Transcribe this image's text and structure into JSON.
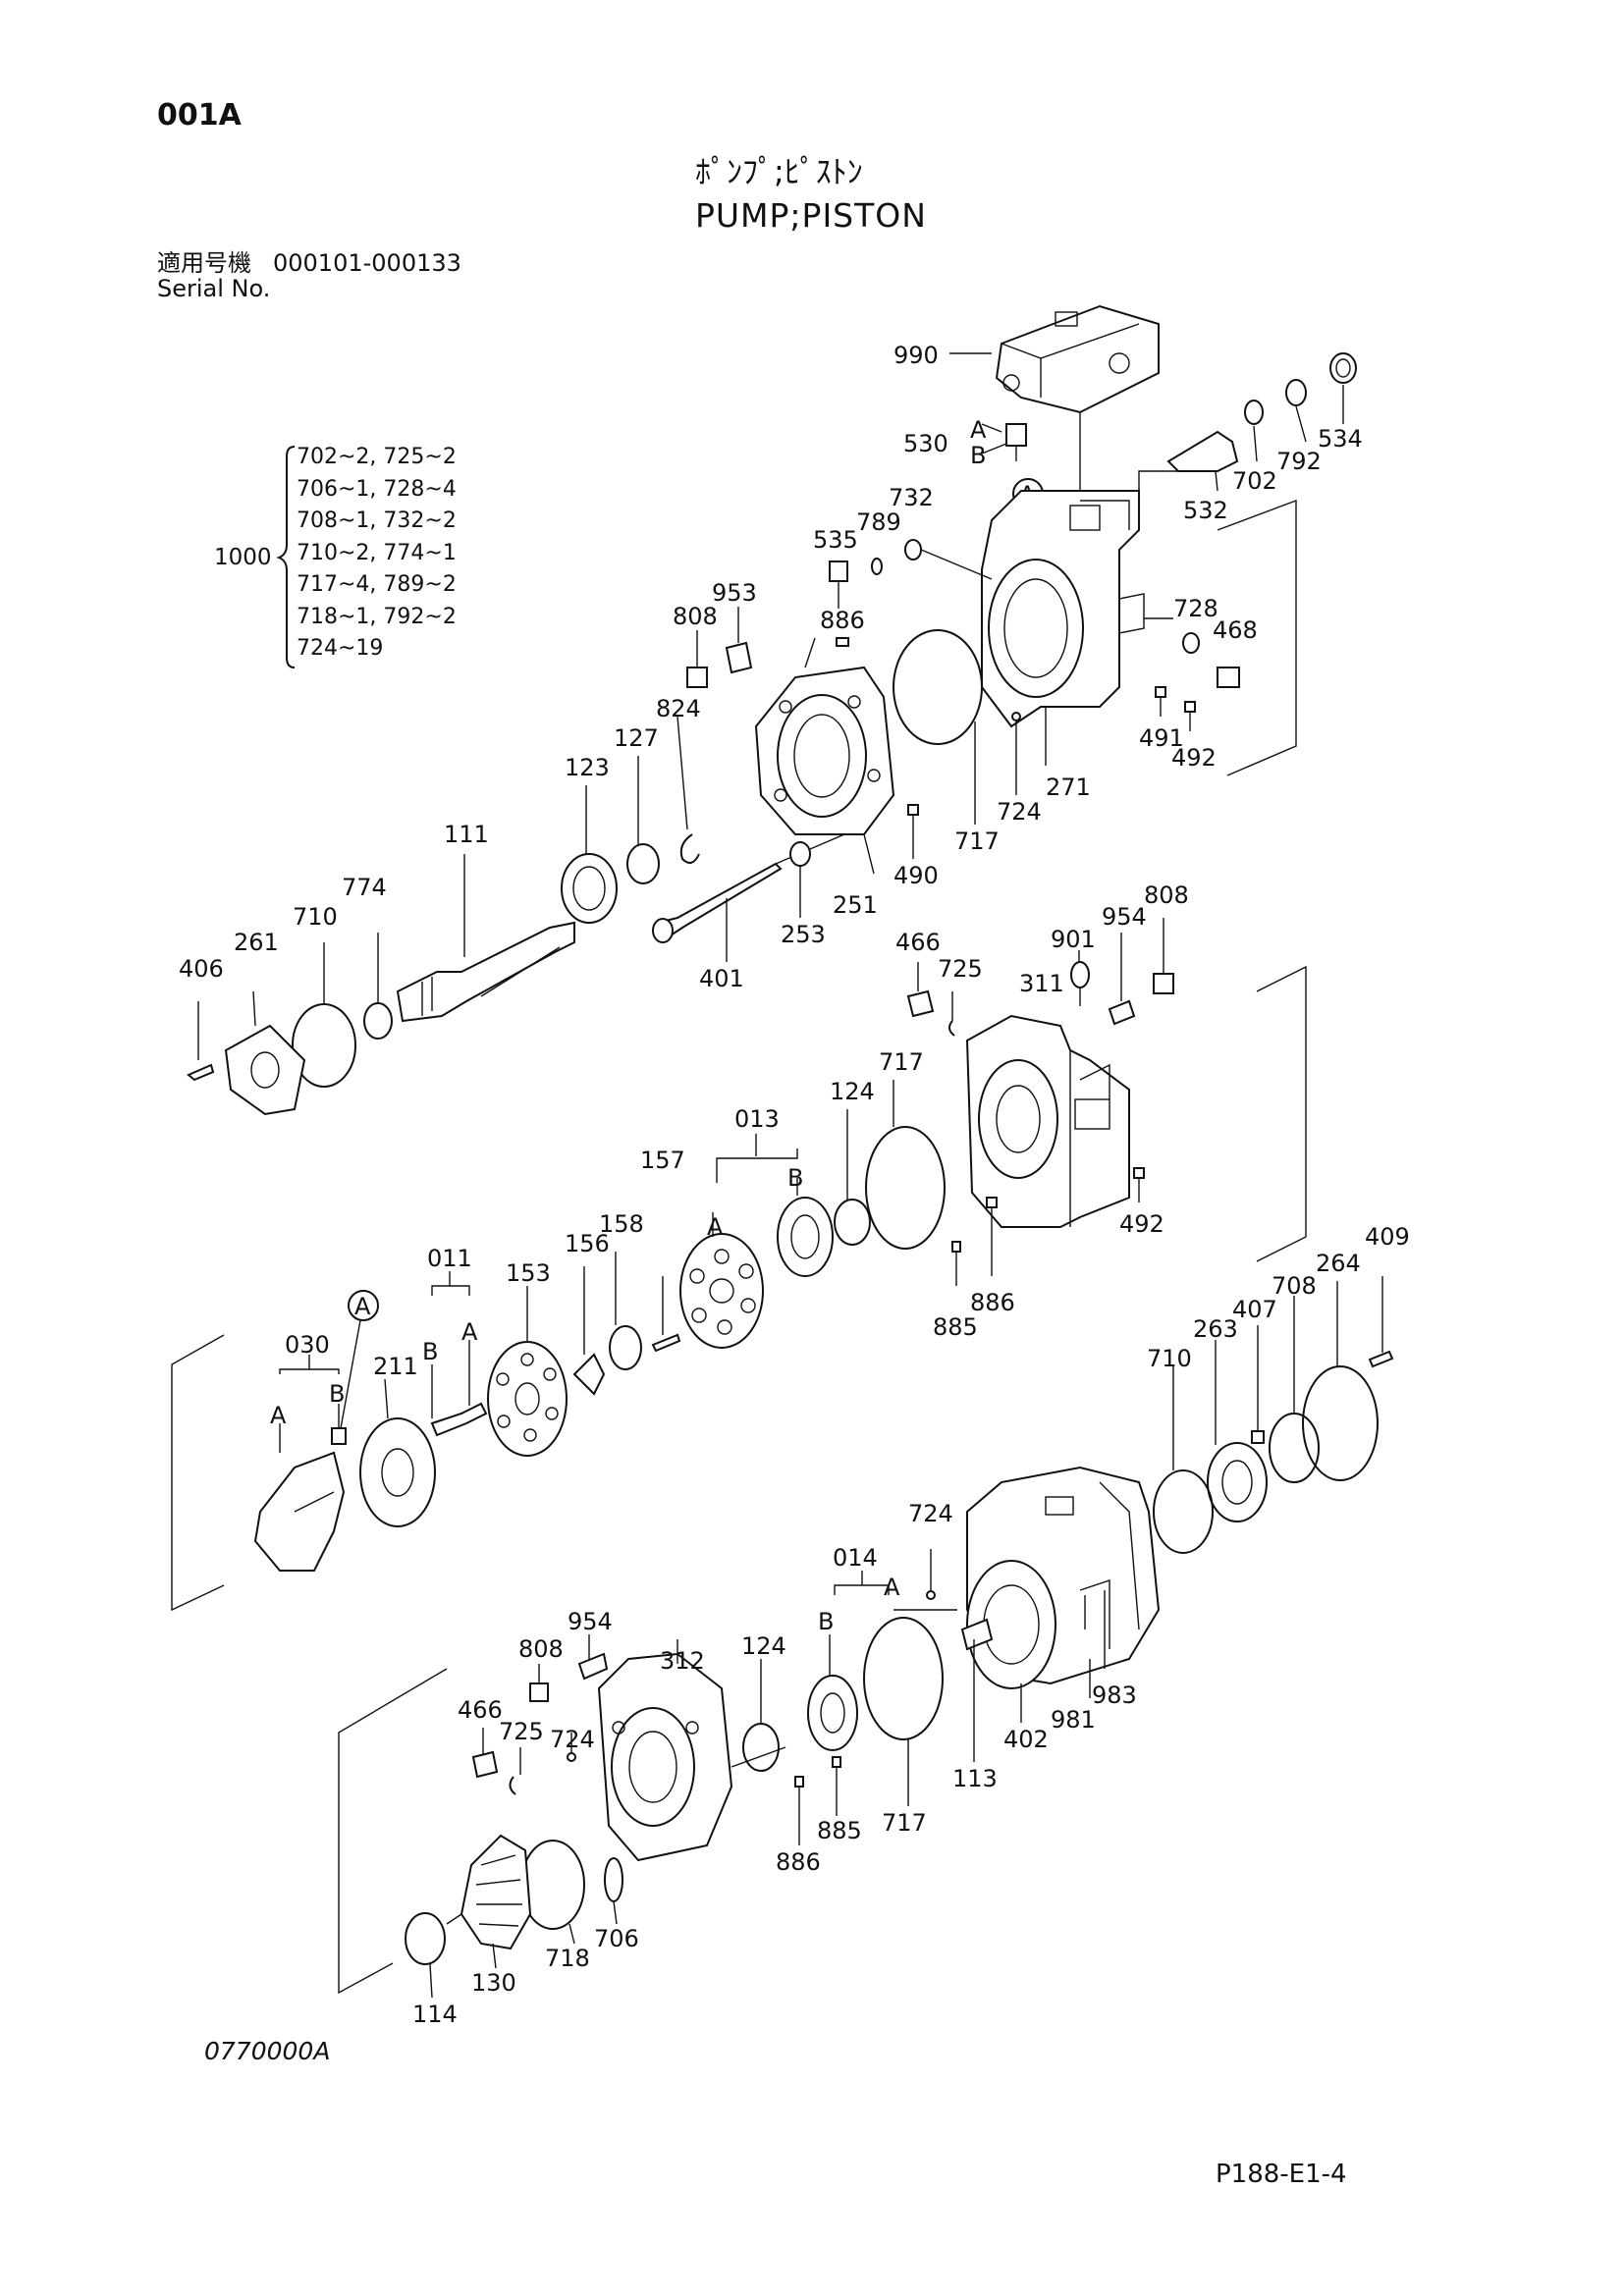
{
  "page_code": "001A",
  "title_jp": "ﾎﾟﾝﾌﾟ;ﾋﾟｽﾄﾝ",
  "title_en": "PUMP;PISTON",
  "serial": {
    "label_jp": "適用号機",
    "label_en": "Serial No.",
    "range": "000101-000133"
  },
  "kit": {
    "number": "1000",
    "rows": [
      "702~2, 725~2",
      "706~1, 728~4",
      "708~1, 732~2",
      "710~2, 774~1",
      "717~4, 789~2",
      "718~1, 792~2",
      "724~19"
    ]
  },
  "callouts": {
    "c990": "990",
    "c530": "530",
    "cA1": "A",
    "cB1": "B",
    "c534": "534",
    "c792a": "792",
    "c702": "702",
    "c532": "532",
    "c732": "732",
    "c789": "789",
    "c535": "535",
    "c953": "953",
    "c808a": "808",
    "c886a": "886",
    "c728": "728",
    "c468": "468",
    "c491": "491",
    "c492a": "492",
    "c271": "271",
    "c724a": "724",
    "c717a": "717",
    "c490": "490",
    "c251": "251",
    "c253": "253",
    "c824": "824",
    "c127": "127",
    "c123": "123",
    "c111": "111",
    "c401": "401",
    "c774": "774",
    "c710a": "710",
    "c261": "261",
    "c406": "406",
    "c466a": "466",
    "c725a": "725",
    "c901": "901",
    "c954a": "954",
    "c808b": "808",
    "c311": "311",
    "c717b": "717",
    "c124a": "124",
    "c013": "013",
    "cA2": "A",
    "cB2": "B",
    "c157": "157",
    "c158": "158",
    "c156": "156",
    "c153": "153",
    "c011": "011",
    "cB3": "B",
    "cA3": "A",
    "c030": "030",
    "cB4": "B",
    "cA4": "A",
    "c211": "211",
    "c492b": "492",
    "c886b": "886",
    "c885a": "885",
    "c409": "409",
    "c264": "264",
    "c708": "708",
    "c407": "407",
    "c263": "263",
    "c710b": "710",
    "c724b": "724",
    "c014": "014",
    "cA5": "A",
    "cB5": "B",
    "c954b": "954",
    "c808c": "808",
    "c312": "312",
    "c124b": "124",
    "c466b": "466",
    "c725b": "725",
    "c724c": "724",
    "c886c": "886",
    "c885b": "885",
    "c717c": "717",
    "c113": "113",
    "c402": "402",
    "c981": "981",
    "c983": "983",
    "c718": "718",
    "c706": "706",
    "c130": "130",
    "c114": "114"
  },
  "markers": {
    "circle_a": "A"
  },
  "drawing_code": "0770000A",
  "page_ref": "P188-E1-4"
}
